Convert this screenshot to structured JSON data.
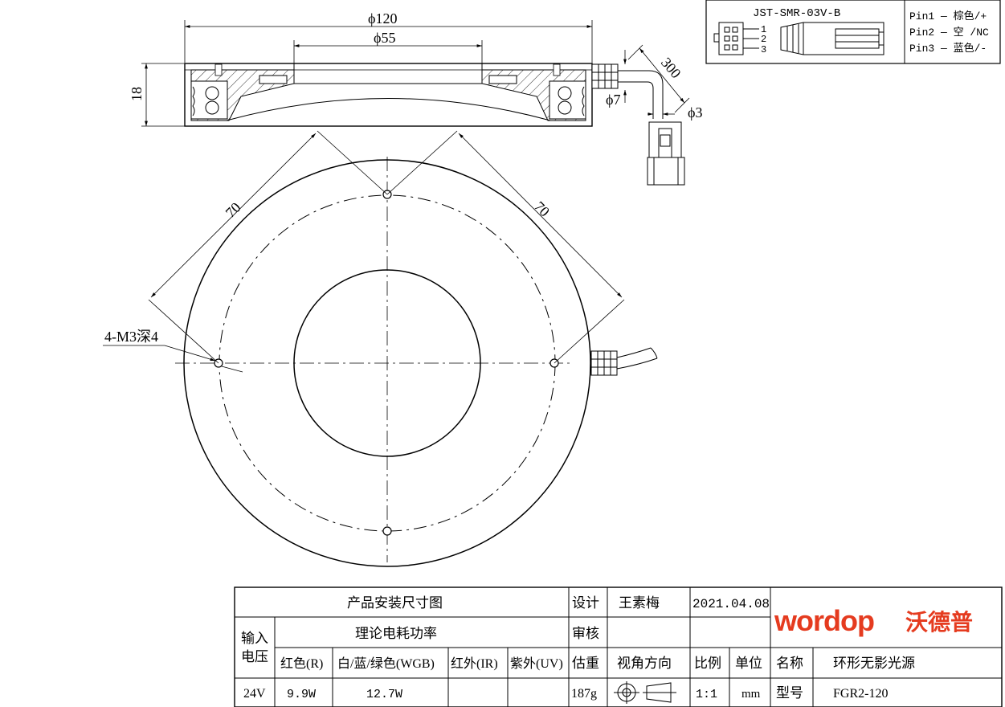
{
  "connector": {
    "model": "JST-SMR-03V-B",
    "pin_numbers": [
      "1",
      "2",
      "3"
    ],
    "pins": [
      "Pin1 — 棕色/+",
      "Pin2 — 空 /NC",
      "Pin3 — 蓝色/-"
    ]
  },
  "dimensions": {
    "outer_diameter": "ϕ120",
    "inner_diameter": "ϕ55",
    "height": "18",
    "cable_length": "300",
    "cable_gland": "ϕ7",
    "cable_diameter": "ϕ3",
    "hole_spacing_left": "70",
    "hole_spacing_right": "70",
    "mount_holes": "4-M3深4"
  },
  "title_block": {
    "drawing_title": "产品安装尺寸图",
    "design_label": "设计",
    "designer": "王素梅",
    "date": "2021.04.08",
    "review_label": "审核",
    "input_voltage_label_1": "输入",
    "input_voltage_label_2": "电压",
    "power_header": "理论电耗功率",
    "col_red": "红色(R)",
    "col_wgb": "白/蓝/绿色(WGB)",
    "col_ir": "红外(IR)",
    "col_uv": "紫外(UV)",
    "weight_label": "估重",
    "view_label": "视角方向",
    "scale_label": "比例",
    "unit_label": "单位",
    "name_label": "名称",
    "name_value": "环形无影光源",
    "voltage": "24V",
    "power_red": "9.9W",
    "power_wgb": "12.7W",
    "power_ir": "",
    "power_uv": "",
    "weight": "187g",
    "scale": "1:1",
    "unit": "mm",
    "model_label": "型号",
    "model_value": "FGR2-120",
    "brand_latin": "wordop",
    "brand_cn": "沃德普"
  },
  "colors": {
    "line": "#000000",
    "brand": "#e53b1f"
  }
}
